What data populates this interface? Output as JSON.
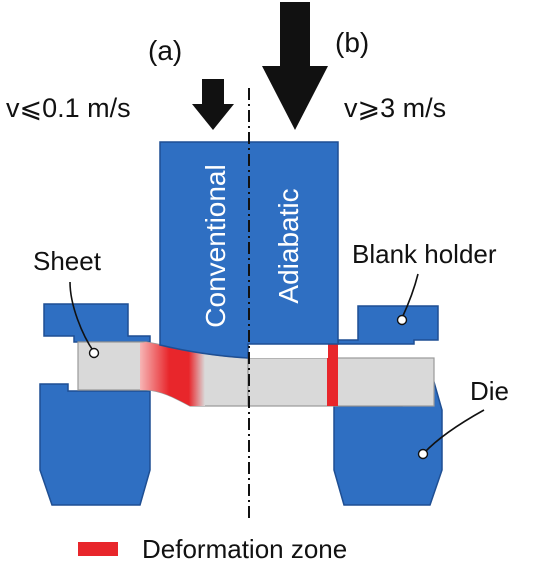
{
  "panels": {
    "left_tag": "(a)",
    "right_tag": "(b)"
  },
  "speeds": {
    "left": "v⩽0.1 m/s",
    "right": "v⩾3 m/s"
  },
  "punch": {
    "left_label": "Conventional",
    "right_label": "Adiabatic"
  },
  "labels": {
    "sheet": "Sheet",
    "blank_holder": "Blank holder",
    "die": "Die"
  },
  "legend": {
    "deformation_zone": "Deformation zone"
  },
  "colors": {
    "tool_blue": "#2f6fc2",
    "sheet_gray": "#d9d9d9",
    "deformation_red": "#e8262b",
    "arrow": "#111111"
  }
}
